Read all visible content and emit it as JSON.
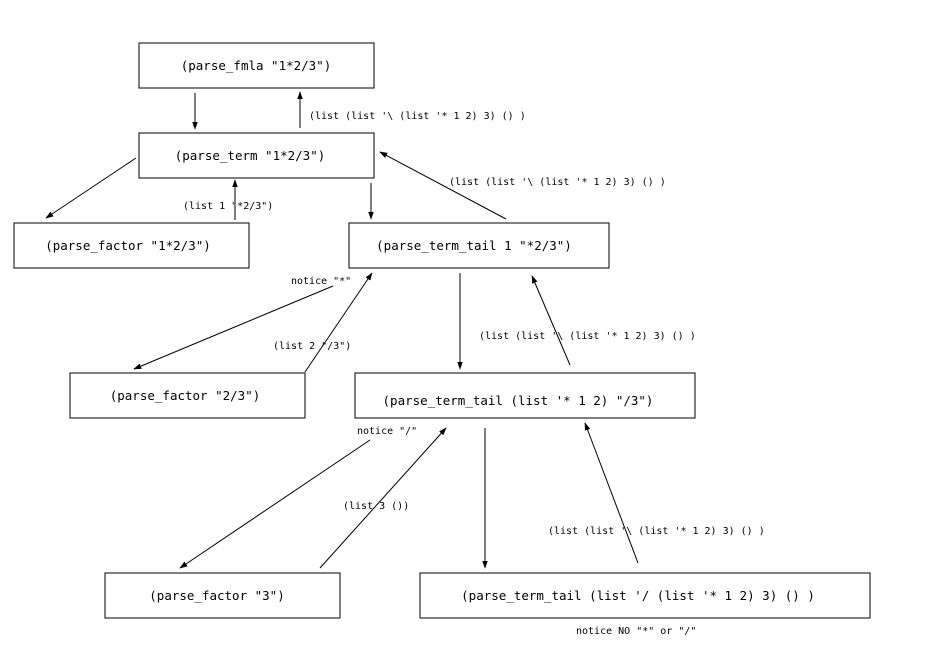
{
  "nodes": {
    "parse_fmla": "(parse_fmla \"1*2/3\")",
    "parse_term": "(parse_term \"1*2/3\")",
    "parse_factor_1": "(parse_factor \"1*2/3\")",
    "parse_term_tail_1": "(parse_term_tail 1 \"*2/3\")",
    "parse_factor_2": "(parse_factor \"2/3\")",
    "parse_term_tail_2": "(parse_term_tail (list '* 1 2) \"/3\")",
    "parse_factor_3": "(parse_factor \"3\")",
    "parse_term_tail_3": "(parse_term_tail (list '/ (list '* 1 2) 3) () )"
  },
  "edge_labels": {
    "result_to_fmla": "(list (list '\\ (list '* 1 2) 3)  () )",
    "result_to_term": "(list (list '\\ (list '* 1 2) 3)  () )",
    "factor1_result": "(list 1 \"*2/3\")",
    "notice_star": "notice \"*\"",
    "factor2_result": "(list 2 \"/3\")",
    "result_to_tail1": "(list (list '\\ (list '* 1 2) 3)  () )",
    "notice_slash": "notice \"/\"",
    "factor3_result": "(list 3 ())",
    "result_to_tail2": "(list (list '\\ (list '* 1 2) 3)  () )",
    "notice_none": "notice NO \"*\" or \"/\""
  }
}
